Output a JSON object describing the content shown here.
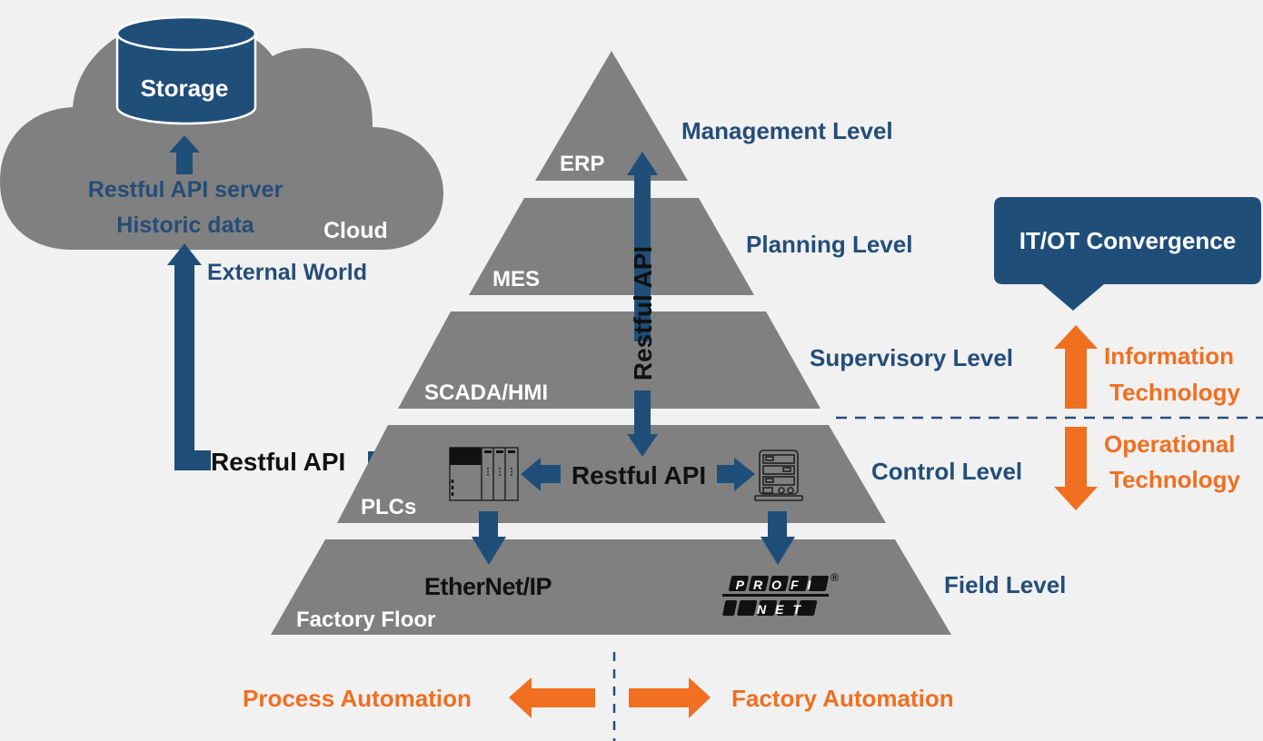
{
  "colors": {
    "background": "#f1f1f2",
    "pyramid_gray": "#808080",
    "navy": "#1f4e79",
    "navy_text": "#244d78",
    "orange": "#f06f20",
    "white": "#ffffff",
    "black": "#111111"
  },
  "cloud": {
    "storage_label": "Storage",
    "server_line1": "Restful API server",
    "server_line2": "Historic data",
    "cloud_label": "Cloud",
    "external_world_label": "External World"
  },
  "external_link": {
    "label": "Restful API"
  },
  "pyramid": {
    "tiers": [
      {
        "system": "ERP",
        "level": "Management Level"
      },
      {
        "system": "MES",
        "level": "Planning Level"
      },
      {
        "system": "SCADA/HMI",
        "level": "Supervisory Level"
      },
      {
        "system": "PLCs",
        "level": "Control Level"
      },
      {
        "system": "Factory Floor",
        "level": "Field Level"
      }
    ],
    "vertical_api_label": "Restful API",
    "control_api_label": "Restful API",
    "icons": {
      "plc": "plc-rack-icon",
      "server": "server-rack-icon"
    },
    "field_protocols": {
      "ethernet_ip": "EtherNet/IP",
      "profinet_top": "PROFI",
      "profinet_bottom": "NET",
      "registered_mark": "®"
    }
  },
  "convergence": {
    "callout_label": "IT/OT Convergence",
    "it_line1": "Information",
    "it_line2": "Technology",
    "ot_line1": "Operational",
    "ot_line2": "Technology"
  },
  "automation": {
    "left_label": "Process Automation",
    "right_label": "Factory Automation"
  }
}
